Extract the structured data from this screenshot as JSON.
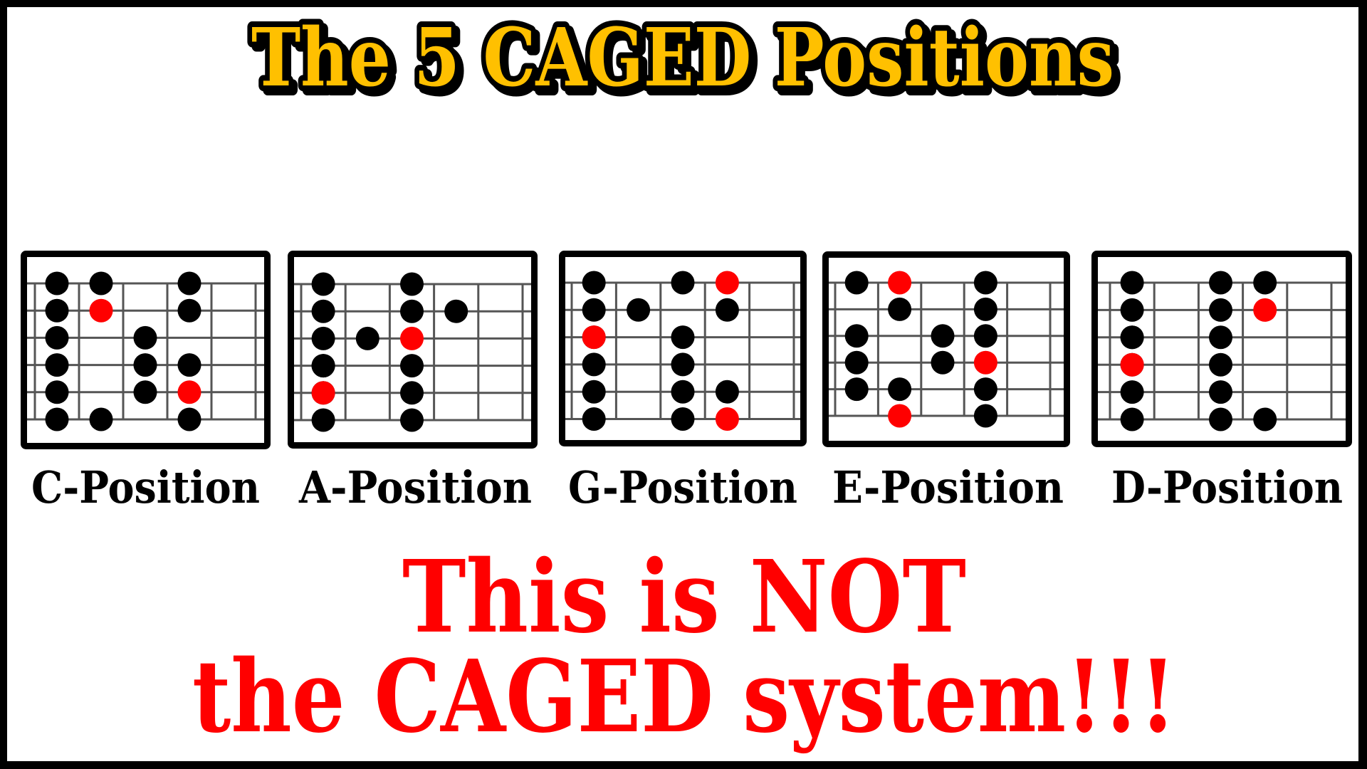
{
  "title": "The 5 CAGED Positions",
  "colors": {
    "title_fill": "#FFC000",
    "title_stroke": "#000000",
    "root_note": "#FF0000",
    "scale_note": "#000000",
    "warning_text": "#FF0000",
    "label_text": "#000000",
    "grid_line": "#555555"
  },
  "diagrams": [
    {
      "label": "C-Position",
      "notes": [
        {
          "string": 1,
          "fret": 1,
          "root": false
        },
        {
          "string": 1,
          "fret": 2,
          "root": false
        },
        {
          "string": 1,
          "fret": 4,
          "root": false
        },
        {
          "string": 2,
          "fret": 1,
          "root": false
        },
        {
          "string": 2,
          "fret": 2,
          "root": true
        },
        {
          "string": 2,
          "fret": 4,
          "root": false
        },
        {
          "string": 3,
          "fret": 1,
          "root": false
        },
        {
          "string": 3,
          "fret": 3,
          "root": false
        },
        {
          "string": 4,
          "fret": 1,
          "root": false
        },
        {
          "string": 4,
          "fret": 3,
          "root": false
        },
        {
          "string": 4,
          "fret": 4,
          "root": false
        },
        {
          "string": 5,
          "fret": 1,
          "root": false
        },
        {
          "string": 5,
          "fret": 3,
          "root": false
        },
        {
          "string": 5,
          "fret": 4,
          "root": true
        },
        {
          "string": 6,
          "fret": 1,
          "root": false
        },
        {
          "string": 6,
          "fret": 2,
          "root": false
        },
        {
          "string": 6,
          "fret": 4,
          "root": false
        }
      ]
    },
    {
      "label": "A-Position",
      "notes": [
        {
          "string": 1,
          "fret": 1,
          "root": false
        },
        {
          "string": 1,
          "fret": 3,
          "root": false
        },
        {
          "string": 2,
          "fret": 1,
          "root": false
        },
        {
          "string": 2,
          "fret": 3,
          "root": false
        },
        {
          "string": 2,
          "fret": 4,
          "root": false
        },
        {
          "string": 3,
          "fret": 0,
          "root": false
        },
        {
          "string": 3,
          "fret": 2,
          "root": false
        },
        {
          "string": 3,
          "fret": 3,
          "root": true
        },
        {
          "string": 4,
          "fret": 0,
          "root": false
        },
        {
          "string": 4,
          "fret": 1,
          "root": false
        },
        {
          "string": 4,
          "fret": 3,
          "root": false
        },
        {
          "string": 5,
          "fret": 0,
          "root": false
        },
        {
          "string": 5,
          "fret": 1,
          "root": true
        },
        {
          "string": 5,
          "fret": 3,
          "root": false
        },
        {
          "string": 6,
          "fret": 1,
          "root": false
        },
        {
          "string": 6,
          "fret": 3,
          "root": false
        }
      ]
    },
    {
      "label": "G-Position",
      "notes": [
        {
          "string": 1,
          "fret": 1,
          "root": false
        },
        {
          "string": 1,
          "fret": 3,
          "root": false
        },
        {
          "string": 1,
          "fret": 4,
          "root": true
        },
        {
          "string": 2,
          "fret": 1,
          "root": false
        },
        {
          "string": 2,
          "fret": 2,
          "root": false
        },
        {
          "string": 2,
          "fret": 4,
          "root": false
        },
        {
          "string": 3,
          "fret": 0,
          "root": false
        },
        {
          "string": 3,
          "fret": 1,
          "root": true
        },
        {
          "string": 3,
          "fret": 3,
          "root": false
        },
        {
          "string": 4,
          "fret": 1,
          "root": false
        },
        {
          "string": 4,
          "fret": 3,
          "root": false
        },
        {
          "string": 5,
          "fret": 1,
          "root": false
        },
        {
          "string": 5,
          "fret": 3,
          "root": false
        },
        {
          "string": 5,
          "fret": 4,
          "root": false
        },
        {
          "string": 6,
          "fret": 1,
          "root": false
        },
        {
          "string": 6,
          "fret": 3,
          "root": false
        },
        {
          "string": 6,
          "fret": 4,
          "root": true
        }
      ]
    },
    {
      "label": "E-Position",
      "notes": [
        {
          "string": 1,
          "fret": 1,
          "root": false
        },
        {
          "string": 1,
          "fret": 2,
          "root": true
        },
        {
          "string": 1,
          "fret": 4,
          "root": false
        },
        {
          "string": 2,
          "fret": 2,
          "root": false
        },
        {
          "string": 2,
          "fret": 4,
          "root": false
        },
        {
          "string": 3,
          "fret": 1,
          "root": false
        },
        {
          "string": 3,
          "fret": 3,
          "root": false
        },
        {
          "string": 3,
          "fret": 4,
          "root": false
        },
        {
          "string": 4,
          "fret": 1,
          "root": false
        },
        {
          "string": 4,
          "fret": 3,
          "root": false
        },
        {
          "string": 4,
          "fret": 4,
          "root": true
        },
        {
          "string": 5,
          "fret": 1,
          "root": false
        },
        {
          "string": 5,
          "fret": 2,
          "root": false
        },
        {
          "string": 5,
          "fret": 4,
          "root": false
        },
        {
          "string": 6,
          "fret": 2,
          "root": true
        },
        {
          "string": 6,
          "fret": 4,
          "root": false
        }
      ]
    },
    {
      "label": "D-Position",
      "notes": [
        {
          "string": 1,
          "fret": 1,
          "root": false
        },
        {
          "string": 1,
          "fret": 3,
          "root": false
        },
        {
          "string": 1,
          "fret": 4,
          "root": false
        },
        {
          "string": 2,
          "fret": 1,
          "root": false
        },
        {
          "string": 2,
          "fret": 3,
          "root": false
        },
        {
          "string": 2,
          "fret": 4,
          "root": true
        },
        {
          "string": 3,
          "fret": 0,
          "root": false
        },
        {
          "string": 3,
          "fret": 1,
          "root": false
        },
        {
          "string": 3,
          "fret": 3,
          "root": false
        },
        {
          "string": 4,
          "fret": 0,
          "root": false
        },
        {
          "string": 4,
          "fret": 1,
          "root": true
        },
        {
          "string": 4,
          "fret": 3,
          "root": false
        },
        {
          "string": 5,
          "fret": 1,
          "root": false
        },
        {
          "string": 5,
          "fret": 3,
          "root": false
        },
        {
          "string": 6,
          "fret": 1,
          "root": false
        },
        {
          "string": 6,
          "fret": 3,
          "root": false
        },
        {
          "string": 6,
          "fret": 4,
          "root": false
        }
      ]
    }
  ],
  "warning": {
    "line1": "This is NOT",
    "line2": "the CAGED system!!!"
  }
}
